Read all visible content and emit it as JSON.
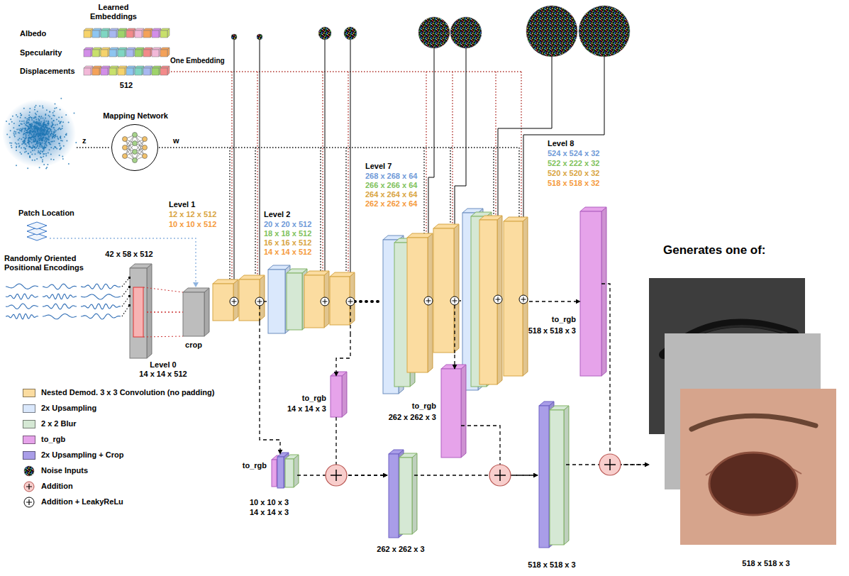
{
  "diagram": {
    "nodes": [
      {
        "text": [
          "Mapping Network"
        ]
      },
      {
        "text": [
          "42 x 58 x 512"
        ]
      },
      {
        "text": [
          "crop"
        ]
      },
      {
        "text": [
          "Level 1",
          "12 x 12 x 512",
          "10 x 10 x 512"
        ]
      },
      {
        "text": [
          "Level 2",
          "20 x 20 x 512",
          "18 x 18 x 512",
          "16 x 16 x 512",
          "14 x 14 x 512"
        ]
      },
      {
        "text": [
          "Level 7",
          "268 x 268 x 64",
          "266 x 266 x 64",
          "264 x 264 x 64",
          "262 x 262 x 64"
        ]
      },
      {
        "text": [
          "Level 8",
          "524 x 524 x 32",
          "522 x 222 x 32",
          "520 x 520 x 32",
          "518 x 518 x 32"
        ]
      },
      {
        "text": [
          "to_rgb",
          "10 x 10 x 3",
          "14 x 14 x 3"
        ]
      },
      {
        "text": [
          "to_rgb",
          "14 x 14 x 3"
        ]
      },
      {
        "text": [
          "262 x 262 x 3"
        ]
      },
      {
        "text": [
          "to_rgb",
          "262 x 262 x 3"
        ]
      },
      {
        "text": [
          "to_rgb",
          "518 x 518 x 3"
        ]
      },
      {
        "text": [
          "518 x 518 x 3"
        ]
      },
      {
        "text": [
          "Generates one of:",
          "518 x 518 x 3"
        ]
      }
    ],
    "edges": [
      {
        "from": 1,
        "to": 2,
        "arrow": "none"
      },
      {
        "from": 3,
        "to": 4,
        "arrow": "none"
      },
      {
        "from": 4,
        "to": 5,
        "arrow": "none"
      },
      {
        "from": 5,
        "to": 6,
        "arrow": "none"
      },
      {
        "from": 6,
        "to": 11,
        "arrow": "to"
      },
      {
        "from": 3,
        "to": 7,
        "arrow": "to"
      },
      {
        "from": 4,
        "to": 8,
        "arrow": "to"
      },
      {
        "from": 5,
        "to": 10,
        "arrow": "to"
      },
      {
        "from": 7,
        "to": 9,
        "arrow": "to"
      },
      {
        "from": 8,
        "to": 9,
        "arrow": "to"
      },
      {
        "from": 9,
        "to": 12,
        "arrow": "to"
      },
      {
        "from": 10,
        "to": 12,
        "arrow": "to"
      },
      {
        "from": 11,
        "to": 13,
        "arrow": "to"
      },
      {
        "from": 12,
        "to": 13,
        "arrow": "to"
      }
    ],
    "labels": [
      "Learned Embeddings",
      "Albedo",
      "Specularity",
      "Displacements",
      "512",
      "One Embedding",
      "z",
      "w",
      "Patch Location",
      "Randomly Oriented Positional Encodings",
      "Level 0",
      "14 x 14 x 512"
    ],
    "legend": [
      {
        "text": "Nested Demod. 3 x 3 Convolution (no padding)",
        "color": "#fbdca0"
      },
      {
        "text": "2x Upsampling",
        "color": "#dae8fc"
      },
      {
        "text": "2 x 2 Blur",
        "color": "#d5e8d4"
      },
      {
        "text": "to_rgb",
        "color": "#e6a3ea"
      },
      {
        "text": "2x Upsampling + Crop",
        "color": "#a99de8"
      },
      {
        "text": "Noise Inputs"
      },
      {
        "text": "Addition"
      },
      {
        "text": "Addition + LeakyReLu"
      }
    ]
  }
}
